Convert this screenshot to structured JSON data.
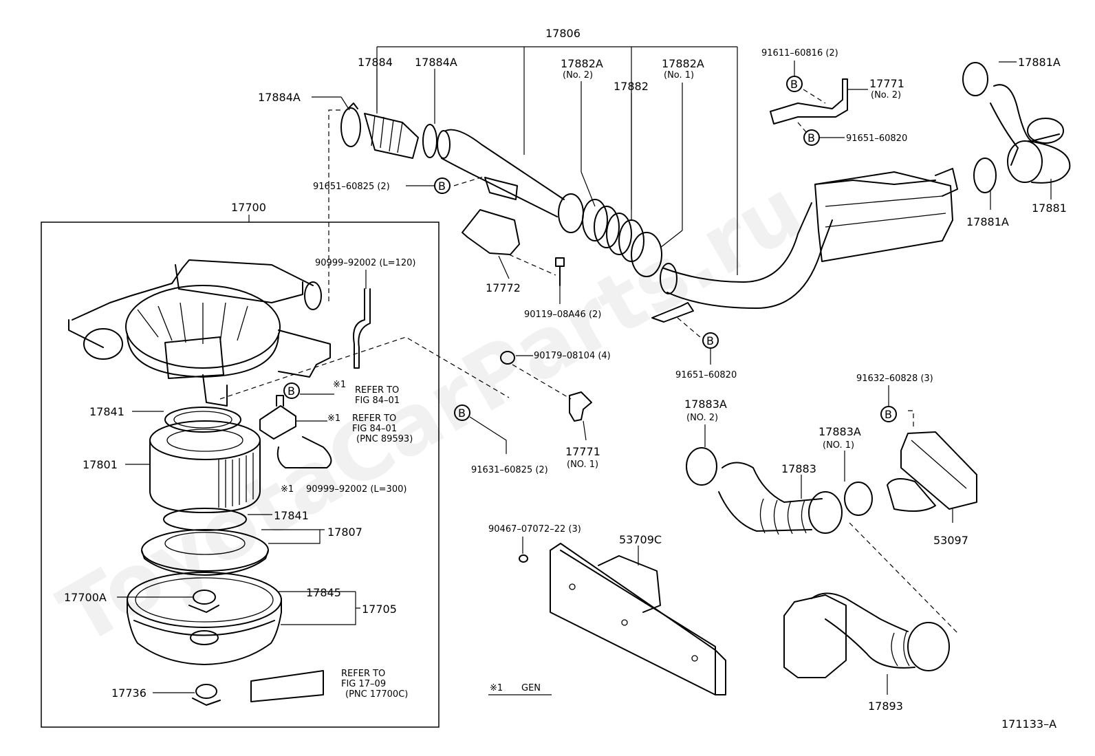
{
  "watermark": "ToyotaCarParts.ru",
  "diagram_id": "171133–A",
  "note": {
    "mark": "※1",
    "text": "GEN"
  },
  "callouts": {
    "B": "B"
  },
  "labels": {
    "p17806": "17806",
    "p17884": "17884",
    "p17884A_top": "17884A",
    "p17884A_left": "17884A",
    "p17882A_no2": "17882A",
    "p17882A_no2_sub": "(No. 2)",
    "p17882": "17882",
    "p17882A_no1": "17882A",
    "p17882A_no1_sub": "(No. 1)",
    "p91611": "91611–60816 (2)",
    "p17771_no2": "17771",
    "p17771_no2_sub": "(No. 2)",
    "p91651_top": "91651–60820",
    "p17881A_top": "17881A",
    "p17881": "17881",
    "p17881A_bottom": "17881A",
    "p91651_60825": "91651–60825 (2)",
    "p17700": "17700",
    "p90999_120": "90999–92002 (L=120)",
    "p17772": "17772",
    "p90119": "90119–08A46 (2)",
    "p91651_mid": "91651–60820",
    "p90179": "90179–08104 (4)",
    "ref1_mark": "※1",
    "ref1_a": "REFER TO",
    "ref1_b": "FIG 84–01",
    "ref2_mark": "※1",
    "ref2_a": "REFER TO",
    "ref2_b": "FIG 84–01",
    "ref2_c": "(PNC 89593)",
    "p17841_top": "17841",
    "p17801": "17801",
    "p90999_300_mark": "※1",
    "p90999_300": "90999–92002 (L=300)",
    "p17841_bot": "17841",
    "p17807": "17807",
    "p17700A": "17700A",
    "p17845": "17845",
    "p17705": "17705",
    "p17736": "17736",
    "ref3_a": "REFER TO",
    "ref3_b": "FIG 17–09",
    "ref3_c": "(PNC 17700C)",
    "p91631": "91631–60825 (2)",
    "p17771_no1": "17771",
    "p17771_no1_sub": "(NO. 1)",
    "p17883A_no2": "17883A",
    "p17883A_no2_sub": "(NO. 2)",
    "p17883A_no1": "17883A",
    "p17883A_no1_sub": "(NO. 1)",
    "p17883": "17883",
    "p91632": "91632–60828 (3)",
    "p53097": "53097",
    "p90467": "90467–07072–22 (3)",
    "p53709C": "53709C",
    "p17893": "17893"
  }
}
